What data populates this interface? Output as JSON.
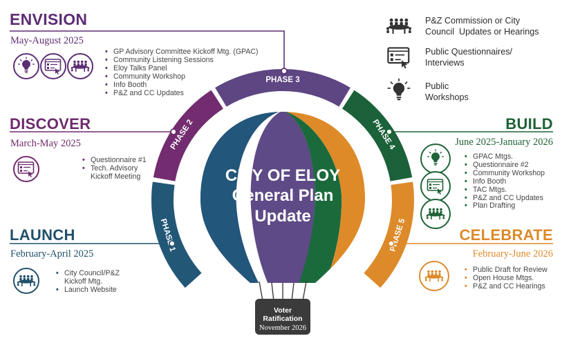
{
  "colors": {
    "envision": "#5c2d74",
    "discover": "#6e2a6b",
    "launch": "#21506a",
    "build": "#1f6237",
    "celebrate": "#dd8a29",
    "phase3": "#5c4680",
    "balloon_magenta": "#7b2478",
    "balloon_violet": "#5e4a86",
    "balloon_green": "#1b6a3c",
    "balloon_orange": "#de8a29",
    "balloon_blue": "#22567a"
  },
  "center": {
    "line1": "CITY OF ELOY",
    "line2": "General Plan",
    "line3": "Update"
  },
  "voter": {
    "title": "Voter Ratification",
    "date": "November 2026"
  },
  "phases": [
    {
      "label": "PHASE 1",
      "color": "#225776"
    },
    {
      "label": "PHASE 2",
      "color": "#722c6f"
    },
    {
      "label": "PHASE 3",
      "color": "#5e4683"
    },
    {
      "label": "PHASE 4",
      "color": "#1b6139"
    },
    {
      "label": "PHASE 5",
      "color": "#dd8a2a"
    }
  ],
  "legend": [
    {
      "icon": "meeting-table-icon",
      "text": "P&Z Commission or City\nCouncil  Updates or Hearings"
    },
    {
      "icon": "questionnaire-icon",
      "text": "Public Questionnaires/\nInterviews"
    },
    {
      "icon": "lightbulb-icon",
      "text": "Public\nWorkshops"
    }
  ],
  "sections": {
    "envision": {
      "heading": "ENVISION",
      "dates": "May-August 2025",
      "icons": [
        "lightbulb-icon",
        "questionnaire-icon",
        "meeting-table-icon"
      ],
      "items": [
        "GP Advisory Committee Kickoff Mtg. (GPAC)",
        "Community Listening Sessions",
        "Eloy Talks Panel",
        "Community Workshop",
        "Info Booth",
        "P&Z and CC Updates"
      ]
    },
    "discover": {
      "heading": "DISCOVER",
      "dates": "March-May 2025",
      "icons": [
        "questionnaire-icon"
      ],
      "items": [
        "Questionnaire #1",
        "Tech. Advisory\nKickoff Meeting"
      ]
    },
    "launch": {
      "heading": "LAUNCH",
      "dates": "February-April 2025",
      "icons": [
        "meeting-table-icon"
      ],
      "items": [
        "City Council/P&Z\nKickoff Mtg.",
        "Launch Website"
      ]
    },
    "build": {
      "heading": "BUILD",
      "dates": "June 2025-January 2026",
      "icons": [
        "lightbulb-icon",
        "questionnaire-icon",
        "meeting-table-icon"
      ],
      "items": [
        "GPAC Mtgs.",
        "Questionnaire #2",
        "Community Workshop",
        "Info Booth",
        "TAC Mtgs.",
        "P&Z and CC Updates",
        "Plan Drafting"
      ]
    },
    "celebrate": {
      "heading": "CELEBRATE",
      "dates": "February-June 2026",
      "icons": [
        "meeting-table-icon"
      ],
      "items": [
        "Public Draft for Review",
        "Open House Mtgs.",
        "P&Z and CC Hearings"
      ]
    }
  }
}
